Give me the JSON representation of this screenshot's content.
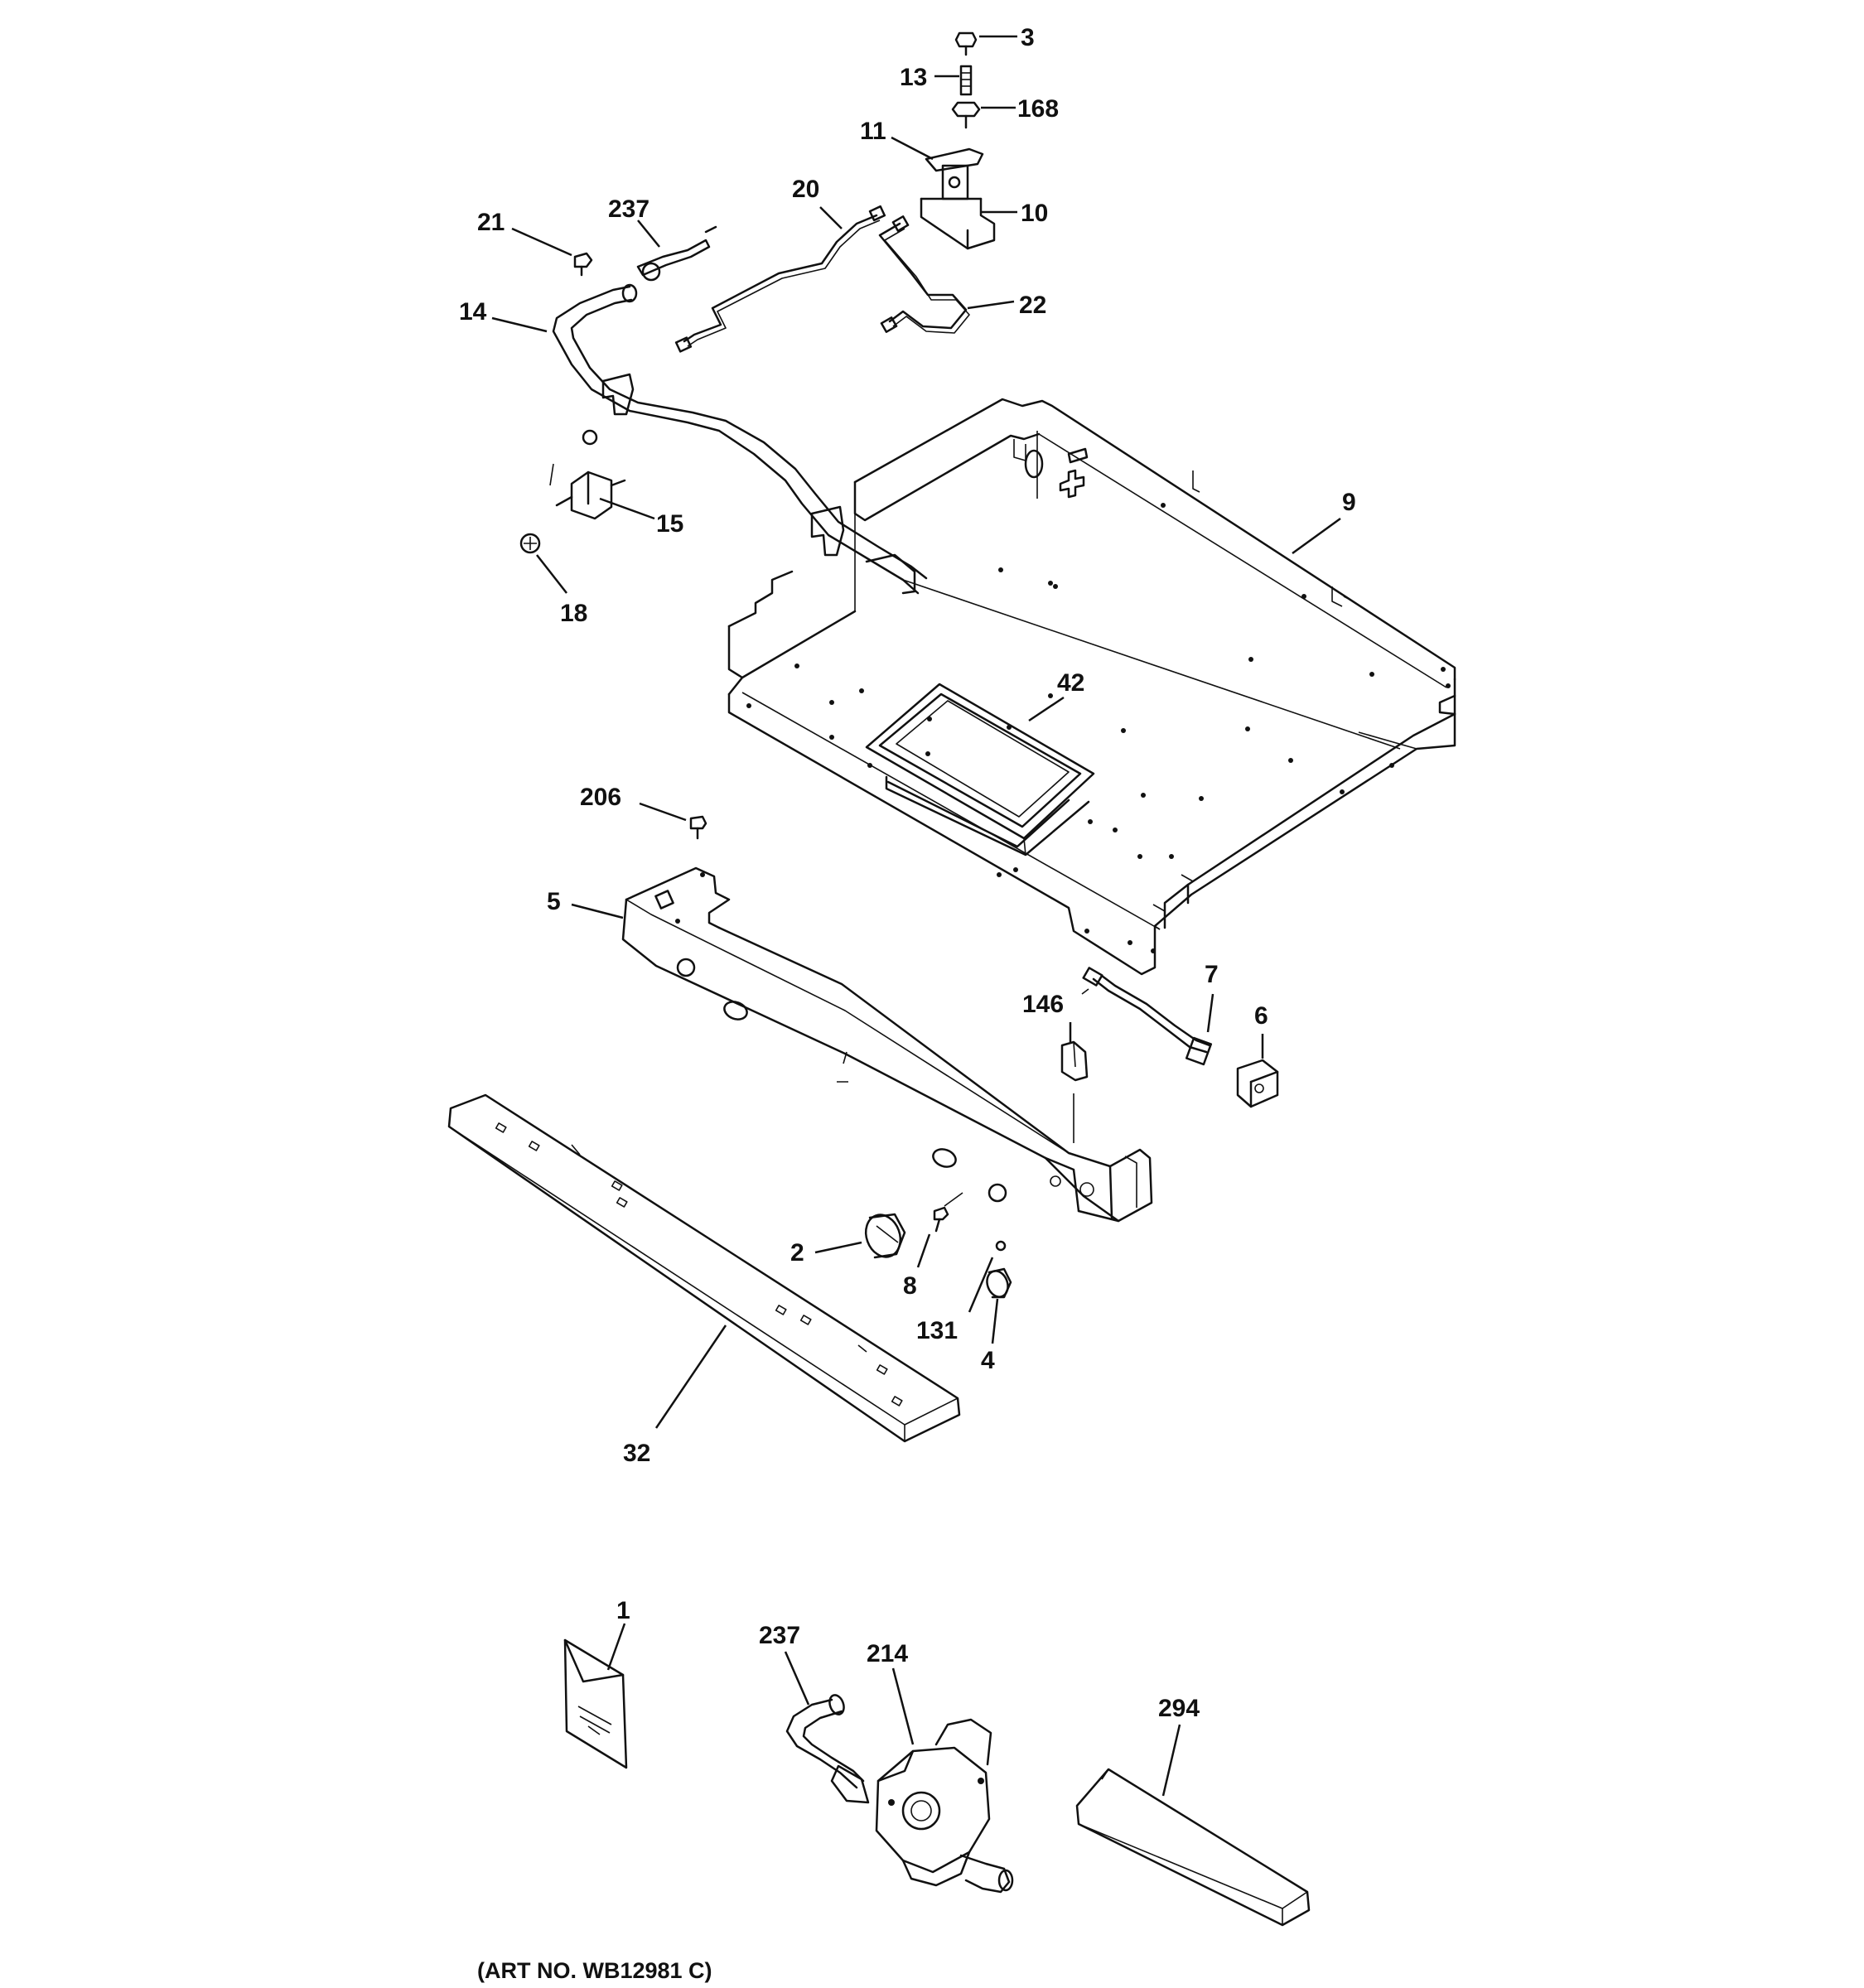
{
  "labels": {
    "p3": "3",
    "p13": "13",
    "p168": "168",
    "p11": "11",
    "p10": "10",
    "p20": "20",
    "p22": "22",
    "p21": "21",
    "p237_top": "237",
    "p14": "14",
    "p15": "15",
    "p18": "18",
    "p9": "9",
    "p42": "42",
    "p206": "206",
    "p5": "5",
    "p7": "7",
    "p6": "6",
    "p146": "146",
    "p2": "2",
    "p8": "8",
    "p131": "131",
    "p4": "4",
    "p32": "32",
    "p1": "1",
    "p237_bottom": "237",
    "p214": "214",
    "p294": "294"
  },
  "caption": "(ART NO. WB12981 C)"
}
